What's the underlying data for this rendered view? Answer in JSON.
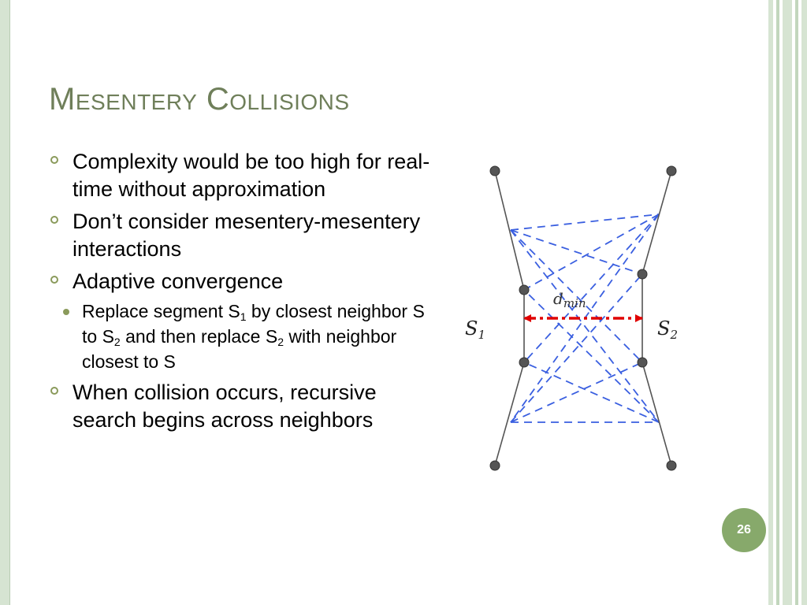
{
  "slide": {
    "title": "Mesentery Collisions",
    "page_number": "26"
  },
  "bullets": [
    {
      "text": "Complexity would be too high for real-time without approximation"
    },
    {
      "text": "Don’t consider mesentery-mesentery interactions"
    },
    {
      "text": "Adaptive convergence"
    },
    {
      "text": "When collision occurs, recursive search begins across neighbors"
    }
  ],
  "sub_bullet": {
    "p1": "Replace segment S",
    "sub1": "1",
    "p2": " by closest neighbor S to S",
    "sub2": "2",
    "p3": " and then replace S",
    "sub3": "2",
    "p4": " with neighbor closest to S"
  },
  "diagram": {
    "label_s1": "S",
    "label_s1_sub": "1",
    "label_s2": "S",
    "label_s2_sub": "2",
    "label_dmin": "d",
    "label_dmin_sub": "min",
    "colors": {
      "segment": "#555555",
      "node": "#555555",
      "dashed": "#3a5fe0",
      "dmin": "#e00000"
    }
  },
  "colors": {
    "title": "#6f7f5a",
    "accent": "#87a96b",
    "bullet_marker": "#8a9a5b",
    "frame": "#d6e4d2"
  }
}
